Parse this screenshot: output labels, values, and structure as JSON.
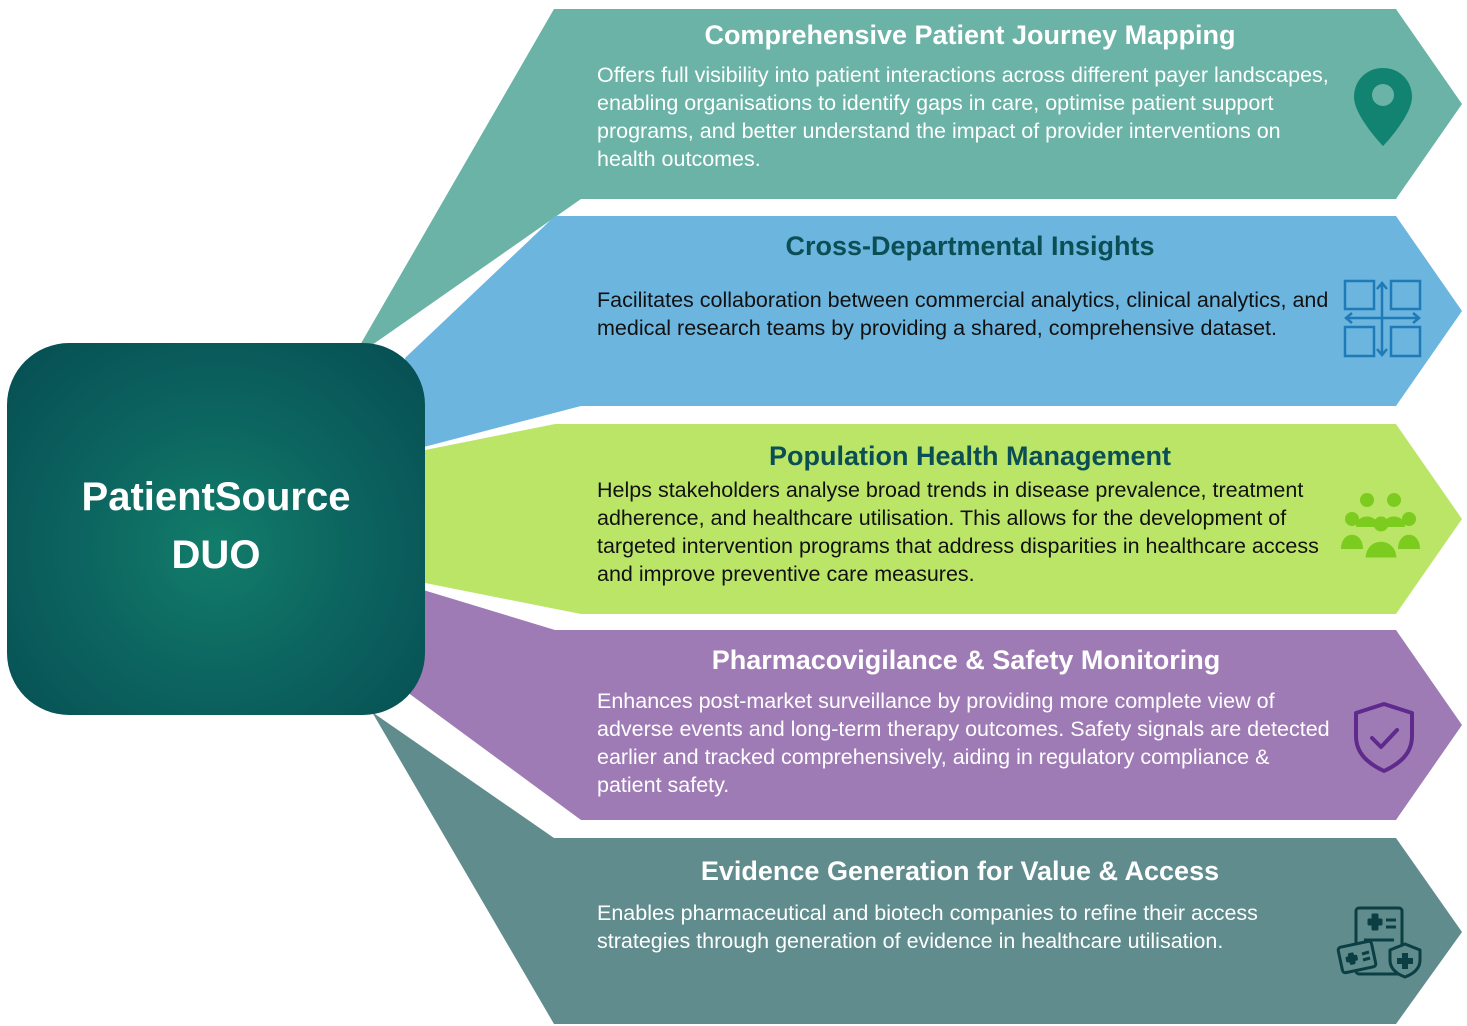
{
  "hub": {
    "line1": "PatientSource",
    "line2": "DUO"
  },
  "cards": [
    {
      "title": "Comprehensive Patient Journey Mapping",
      "body": "Offers full visibility into patient interactions across different payer landscapes, enabling organisations to identify gaps in care, optimise patient support programs, and better understand the impact of provider interventions on health outcomes.",
      "icon": "location-pin-icon",
      "color": "#6ab3a6",
      "title_color": "#ffffff",
      "body_color": "#ffffff"
    },
    {
      "title": "Cross-Departmental Insights",
      "body": "Facilitates collaboration between commercial analytics, clinical analytics, and medical research teams by providing a shared, comprehensive dataset.",
      "icon": "grid-arrows-icon",
      "color": "#6cb5df",
      "title_color": "#0b4f55",
      "body_color": "#111111"
    },
    {
      "title": "Population Health Management",
      "body": "Helps stakeholders analyse broad trends in disease prevalence, treatment adherence, and healthcare utilisation. This allows for the development of targeted intervention programs that address disparities in healthcare access and improve preventive care measures.",
      "icon": "population-group-icon",
      "color": "#bbe567",
      "title_color": "#0b4f55",
      "body_color": "#111111"
    },
    {
      "title": "Pharmacovigilance & Safety Monitoring",
      "body": "Enhances post-market surveillance by providing more complete view of adverse events and long-term therapy outcomes. Safety signals are detected earlier and tracked comprehensively, aiding in regulatory compliance & patient safety.",
      "icon": "shield-check-icon",
      "color": "#9f7bb5",
      "title_color": "#ffffff",
      "body_color": "#ffffff"
    },
    {
      "title": "Evidence Generation for Value & Access",
      "body": "Enables pharmaceutical and biotech companies to refine their access strategies through generation of evidence in healthcare utilisation.",
      "icon": "medical-card-icon",
      "color": "#608c8d",
      "title_color": "#ffffff",
      "body_color": "#ffffff"
    }
  ]
}
